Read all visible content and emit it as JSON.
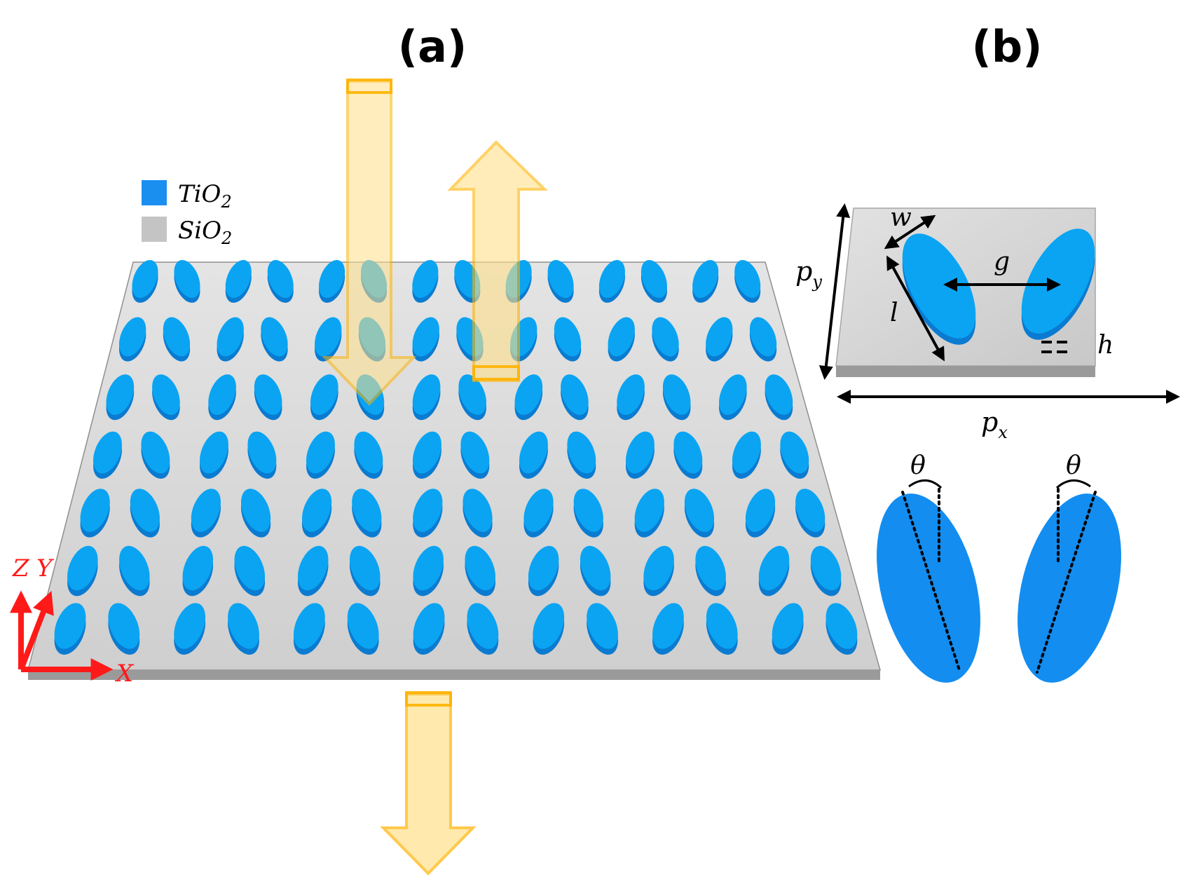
{
  "panel_a": {
    "label": "(a)",
    "legend": [
      {
        "base": "TiO",
        "sub": "2",
        "color": "#1a8ff0"
      },
      {
        "base": "SiO",
        "sub": "2",
        "color": "#c4c4c4"
      }
    ],
    "axes": {
      "z": "Z",
      "y": "Y",
      "x": "X",
      "color": "#ff1a1a"
    },
    "array": {
      "rows": 7,
      "pairs_per_row": 7
    },
    "beam_color": "#ffc61a"
  },
  "panel_b": {
    "label": "(b)",
    "dims": {
      "w": "w",
      "l": "l",
      "g": "g",
      "h": "h",
      "py_base": "p",
      "py_sub": "y",
      "px_base": "p",
      "px_sub": "x"
    },
    "theta_left": "θ",
    "theta_right": "θ"
  },
  "colors": {
    "tio2_top": "#0aa4f2",
    "tio2_side": "#0a7bd0",
    "ellipse_flat": "#138df0",
    "substrate_top": "#d6d6d6",
    "substrate_side": "#9a9a9a"
  }
}
